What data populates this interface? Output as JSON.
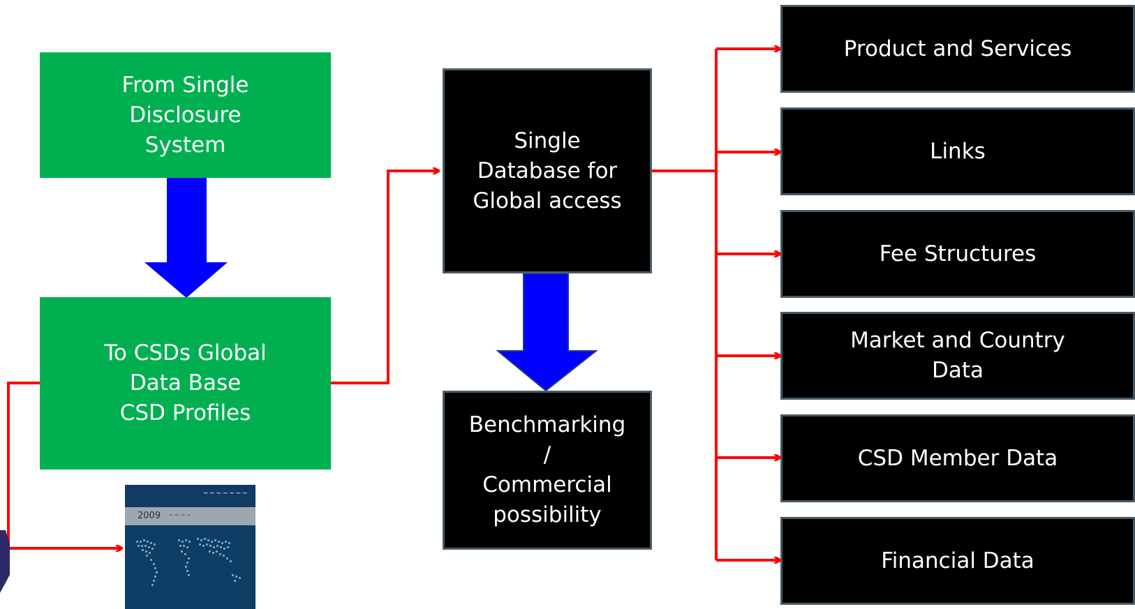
{
  "colors": {
    "green_box": "#00b050",
    "black_box": "#000000",
    "connector_red": "#ff0000",
    "flow_arrow_blue": "#0000ff",
    "report_blue": "#0c3e66"
  },
  "diagram": {
    "source_box": {
      "lines": [
        "From Single",
        "Disclosure",
        "System"
      ]
    },
    "profiles_box": {
      "lines": [
        "To CSDs Global",
        "Data Base",
        "CSD Profiles"
      ]
    },
    "database_box": {
      "lines": [
        "Single",
        "Database for",
        "Global  access"
      ]
    },
    "benchmark_box": {
      "lines": [
        "Benchmarking",
        "/",
        "Commercial",
        "possibility"
      ]
    },
    "categories": [
      {
        "lines": [
          "Product and Services"
        ]
      },
      {
        "lines": [
          "Links"
        ]
      },
      {
        "lines": [
          "Fee Structures"
        ]
      },
      {
        "lines": [
          "Market and Country",
          "Data"
        ]
      },
      {
        "lines": [
          "CSD Member Data"
        ]
      },
      {
        "lines": [
          "Financial Data"
        ]
      }
    ],
    "report_cover": {
      "year": "2009"
    }
  }
}
